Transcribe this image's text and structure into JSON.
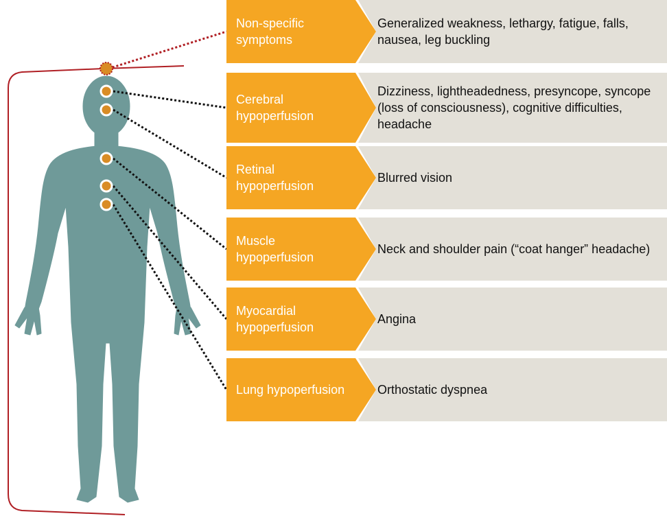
{
  "colors": {
    "category_fill": "#F5A623",
    "description_fill": "#E3E0D8",
    "body_silhouette": "#6F9A99",
    "marker_fill": "#D98C25",
    "bracket_line": "#B01F24"
  },
  "rows": [
    {
      "category": "Non-specific symptoms",
      "description": "Generalized weakness, lethargy, fatigue, falls, nausea, leg buckling"
    },
    {
      "category": "Cerebral hypoperfusion",
      "description": "Dizziness, lightheadedness, presyncope, syncope (loss of consciousness), cognitive difficulties, headache"
    },
    {
      "category": "Retinal hypoperfusion",
      "description": "Blurred vision"
    },
    {
      "category": "Muscle hypoperfusion",
      "description": "Neck and shoulder pain (“coat hanger” headache)"
    },
    {
      "category": "Myocardial hypoperfusion",
      "description": "Angina"
    },
    {
      "category": "Lung hypoperfusion",
      "description": "Orthostatic dyspnea"
    }
  ]
}
